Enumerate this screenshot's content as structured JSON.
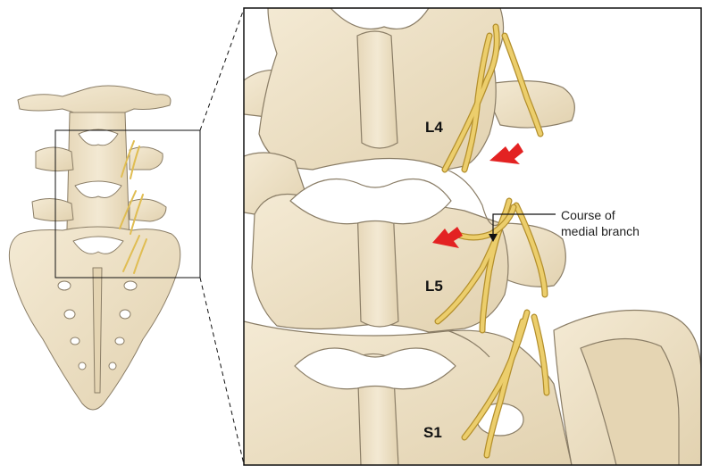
{
  "labels": {
    "l4": "L4",
    "l5": "L5",
    "s1": "S1"
  },
  "callout": {
    "line1": "Course of",
    "line2": "medial branch"
  },
  "colors": {
    "bone_fill": "#efe4cc",
    "bone_shadow": "#dccba6",
    "bone_outline": "#8a7d66",
    "nerve": "#e6c45a",
    "nerve_outline": "#b38f2c",
    "arrow": "#e32222",
    "frame": "#111111"
  },
  "icons": {
    "red_arrow_upper": "red-arrow-icon",
    "red_arrow_lower": "red-arrow-icon"
  }
}
